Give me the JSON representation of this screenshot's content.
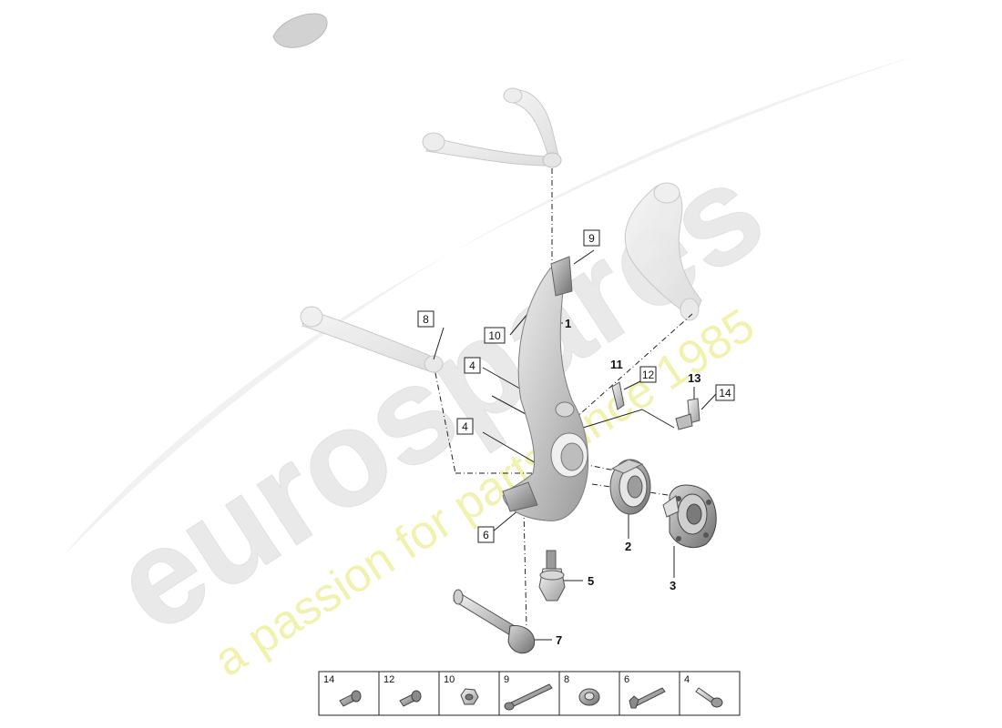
{
  "watermark": {
    "brand": "eurospares",
    "tagline": "a passion for parts since 1985",
    "brand_color": "#e4e4e4",
    "tagline_color": "#f2f2a8"
  },
  "callouts": {
    "c1": "1",
    "c2": "2",
    "c3": "3",
    "c4a": "4",
    "c4b": "4",
    "c5": "5",
    "c6": "6",
    "c7": "7",
    "c8": "8",
    "c9": "9",
    "c10": "10",
    "c11": "11",
    "c12": "12",
    "c13": "13",
    "c14": "14"
  },
  "parts_table": {
    "cells": [
      {
        "num": "14",
        "icon": "hex-socket-bolt-icon"
      },
      {
        "num": "12",
        "icon": "hex-socket-bolt-icon"
      },
      {
        "num": "10",
        "icon": "hex-nut-icon"
      },
      {
        "num": "9",
        "icon": "long-bolt-icon"
      },
      {
        "num": "8",
        "icon": "flange-nut-icon"
      },
      {
        "num": "6",
        "icon": "hex-bolt-icon"
      },
      {
        "num": "4",
        "icon": "screw-icon"
      }
    ]
  }
}
